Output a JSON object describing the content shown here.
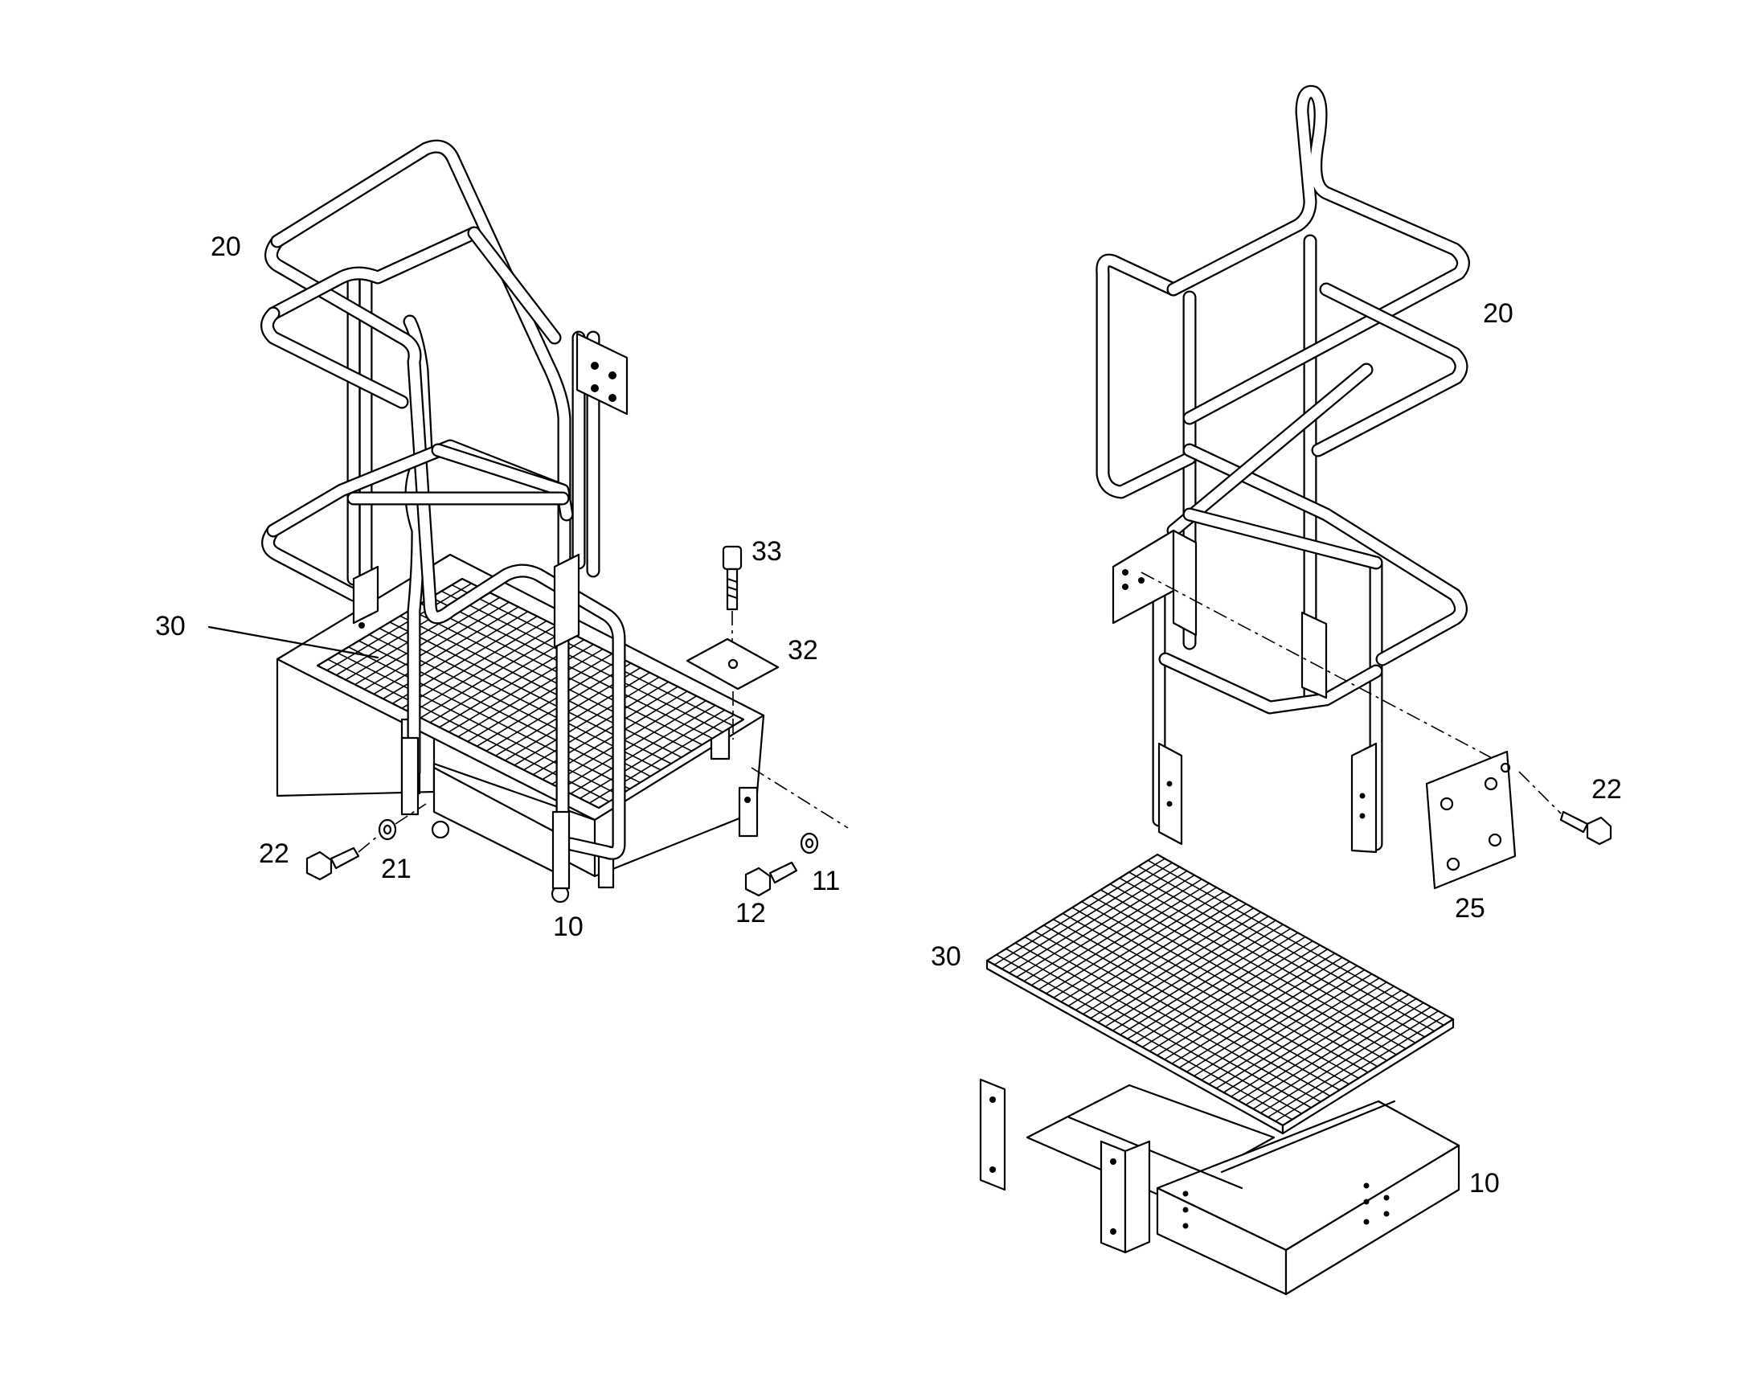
{
  "title": "",
  "left_view": {
    "callouts": [
      {
        "id": "l20",
        "text": "20"
      },
      {
        "id": "l30",
        "text": "30"
      },
      {
        "id": "l33",
        "text": "33"
      },
      {
        "id": "l32",
        "text": "32"
      },
      {
        "id": "l22",
        "text": "22"
      },
      {
        "id": "l21",
        "text": "21"
      },
      {
        "id": "l10",
        "text": "10"
      },
      {
        "id": "l12",
        "text": "12"
      },
      {
        "id": "l11",
        "text": "11"
      }
    ]
  },
  "right_view": {
    "callouts": [
      {
        "id": "r20",
        "text": "20"
      },
      {
        "id": "r22",
        "text": "22"
      },
      {
        "id": "r25",
        "text": "25"
      },
      {
        "id": "r30",
        "text": "30"
      },
      {
        "id": "r10",
        "text": "10"
      }
    ]
  },
  "colors": {
    "line": "#000000",
    "background": "#ffffff"
  }
}
